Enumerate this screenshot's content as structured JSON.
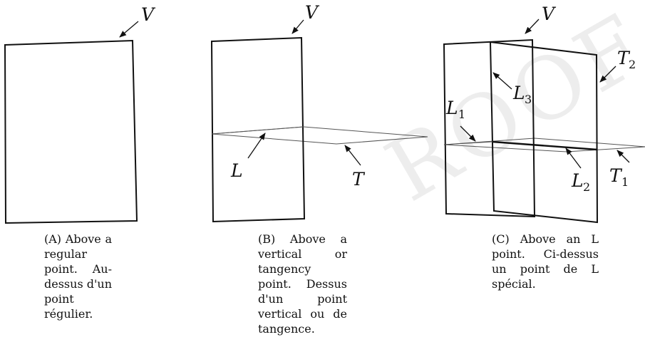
{
  "panels": [
    {
      "id": "a",
      "labels": {
        "v": "V"
      },
      "caption": {
        "tag": "(A)",
        "text": "Above a regular point. Au-dessus d'un point régulier."
      }
    },
    {
      "id": "b",
      "labels": {
        "v": "V",
        "l": "L",
        "t": "T"
      },
      "caption": {
        "tag": "(B)",
        "text": "Above a vertical or tangency point. Dessus d'un point vertical ou de tangence."
      }
    },
    {
      "id": "c",
      "labels": {
        "v": "V",
        "t2": "T",
        "t2_sub": "2",
        "l3": "L",
        "l3_sub": "3",
        "l1": "L",
        "l1_sub": "1",
        "l2": "L",
        "l2_sub": "2",
        "t1": "T",
        "t1_sub": "1"
      },
      "caption": {
        "tag": "(C)",
        "text": "Above an L point. Ci-dessus un point de L spécial."
      }
    }
  ],
  "watermark": "ROOF"
}
